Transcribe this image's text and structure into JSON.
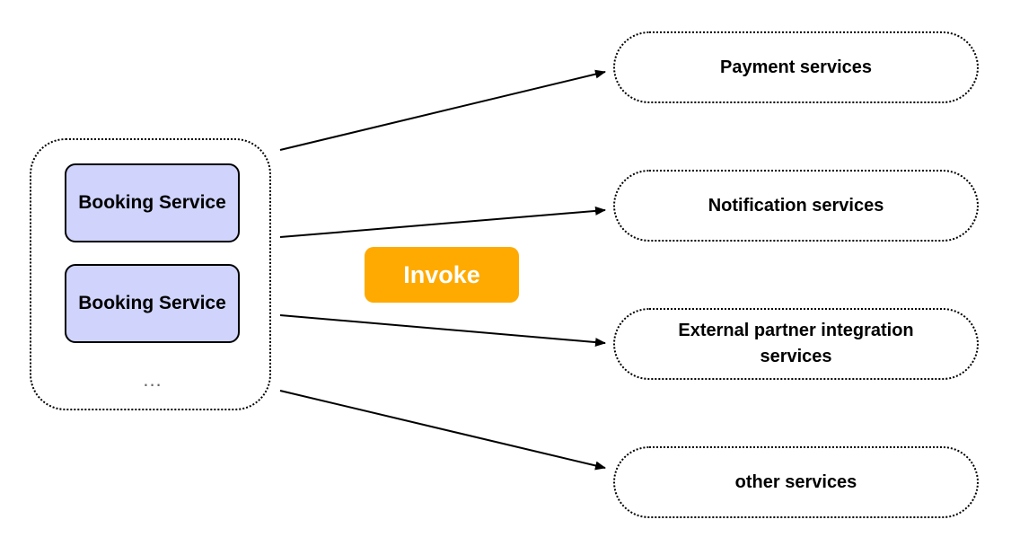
{
  "cluster": {
    "booking_services": [
      "Booking Service",
      "Booking Service"
    ],
    "more": "..."
  },
  "connector": {
    "label": "Invoke",
    "color": "#ffaa00"
  },
  "targets": [
    "Payment services",
    "Notification services",
    "External partner integration services",
    "other services"
  ],
  "colors": {
    "booking_fill": "#d0d4fc",
    "line": "#000000"
  }
}
